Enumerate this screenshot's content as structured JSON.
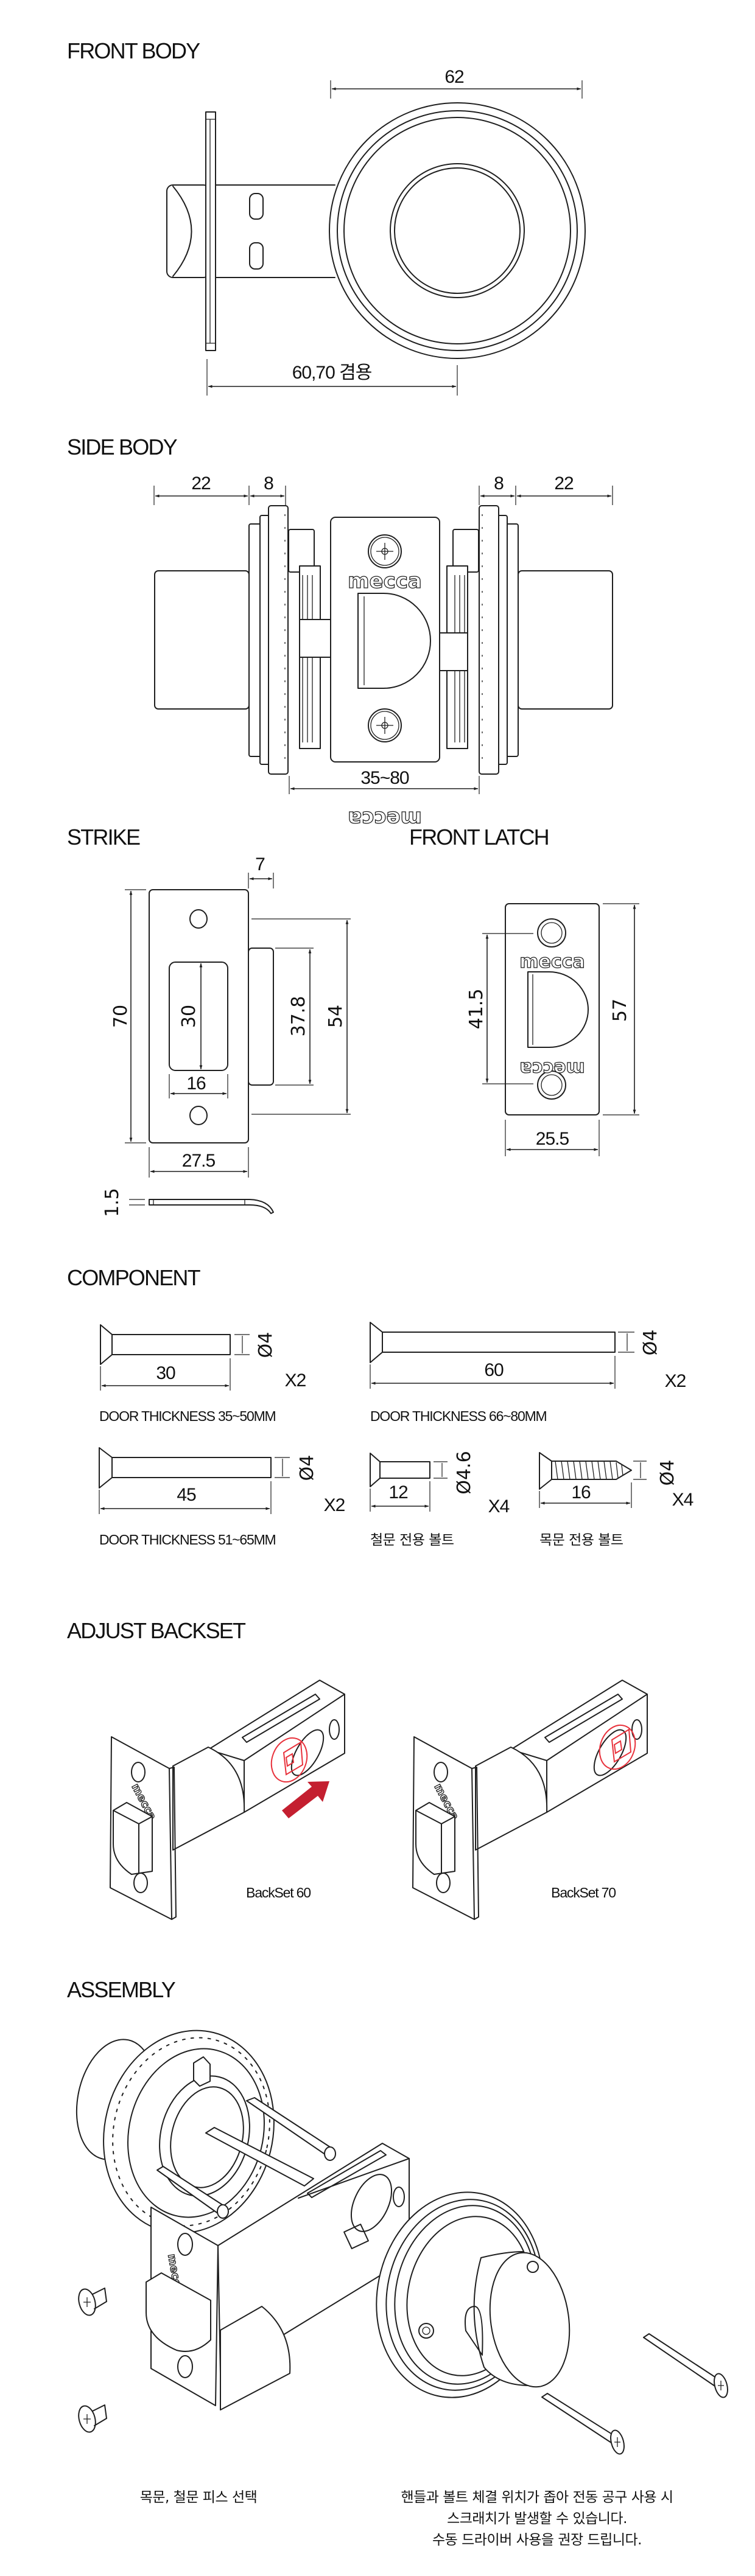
{
  "sections": {
    "front_body": {
      "title": "FRONT BODY",
      "dim_diameter": "62",
      "dim_backset": "60,70 겸용"
    },
    "side_body": {
      "title": "SIDE BODY",
      "dim_left_knob": "22",
      "dim_left_rose": "8",
      "dim_right_rose": "8",
      "dim_right_knob": "22",
      "dim_door_thickness": "35~80",
      "logo_text": "mecca"
    },
    "strike": {
      "title": "STRIKE",
      "dim_lip": "7",
      "dim_height": "70",
      "dim_slot_height": "30",
      "dim_slot_width": "16",
      "dim_box": "37.8",
      "dim_box_outer": "54",
      "dim_width": "27.5",
      "dim_thickness": "1.5"
    },
    "front_latch": {
      "title": "FRONT LATCH",
      "dim_hole_spacing": "41.5",
      "dim_height": "57",
      "dim_width": "25.5",
      "logo_text": "mecca"
    },
    "component": {
      "title": "COMPONENT",
      "items": [
        {
          "length": "30",
          "diameter": "Ø4",
          "qty": "X2",
          "caption": "DOOR THICKNESS 35~50MM"
        },
        {
          "length": "60",
          "diameter": "Ø4",
          "qty": "X2",
          "caption": "DOOR THICKNESS 66~80MM"
        },
        {
          "length": "45",
          "diameter": "Ø4",
          "qty": "X2",
          "caption": "DOOR THICKNESS 51~65MM"
        },
        {
          "length": "12",
          "diameter": "Ø4.6",
          "qty": "X4",
          "caption": "철문 전용 볼트"
        },
        {
          "length": "16",
          "diameter": "Ø4",
          "qty": "X4",
          "caption": "목문 전용 볼트"
        }
      ]
    },
    "adjust_backset": {
      "title": "ADJUST BACKSET",
      "label_60": "BackSet 60",
      "label_70": "BackSet 70",
      "logo_text": "mecca"
    },
    "assembly": {
      "title": "ASSEMBLY",
      "caption_left": "목문, 철문 피스 선택",
      "caption_right_lines": [
        "핸들과 볼트 체결 위치가 좁아 전동 공구 사용 시",
        "스크래치가 발생할 수 있습니다.",
        "수동 드라이버 사용을 권장 드립니다."
      ],
      "logo_text": "mecca"
    }
  },
  "colors": {
    "line": "#1f1f1f",
    "accent_red": "#c41f30",
    "highlight_red": "#e8323c"
  }
}
